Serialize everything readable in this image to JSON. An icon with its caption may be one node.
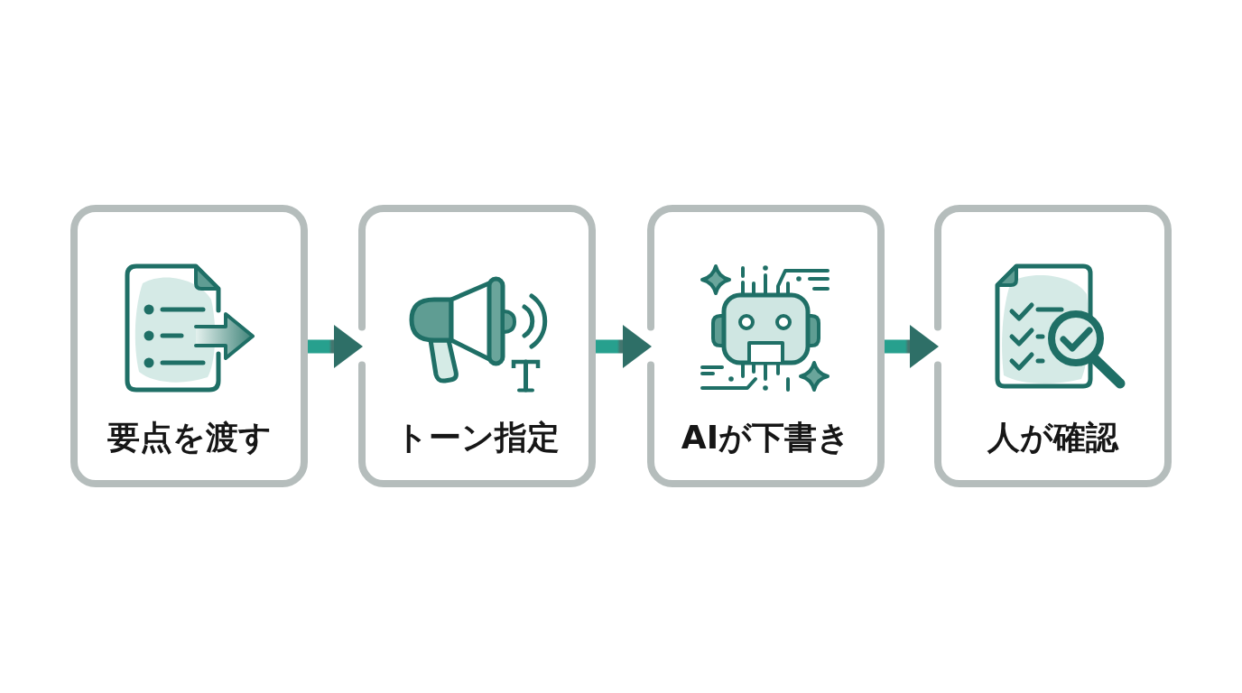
{
  "diagram": {
    "nodes": [
      {
        "text": [
          "要点を渡す"
        ]
      },
      {
        "text": [
          "トーン指定"
        ]
      },
      {
        "text": [
          "AIが下書き"
        ]
      },
      {
        "text": [
          "人が確認"
        ]
      }
    ],
    "edges": [
      {
        "from": 0,
        "to": 1,
        "arrow": "to"
      },
      {
        "from": 1,
        "to": 2,
        "arrow": "to"
      },
      {
        "from": 2,
        "to": 3,
        "arrow": "to"
      }
    ]
  }
}
